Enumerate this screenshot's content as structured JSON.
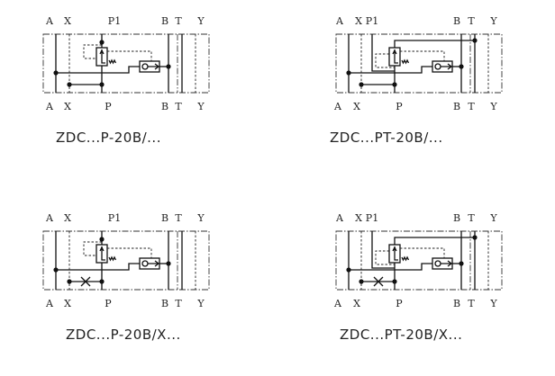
{
  "diagrams": [
    {
      "id": "zdc-p",
      "variant": "P",
      "orifice": false,
      "top_labels": [
        "A",
        "X",
        "P1",
        "B",
        "T",
        "Y"
      ],
      "bottom_labels": [
        "A",
        "X",
        "P",
        "B",
        "T",
        "Y"
      ],
      "caption": "ZDC...P-20B/..."
    },
    {
      "id": "zdc-pt",
      "variant": "PT",
      "orifice": false,
      "top_labels": [
        "A",
        "X",
        "P1",
        "B",
        "T",
        "Y"
      ],
      "bottom_labels": [
        "A",
        "X",
        "P",
        "B",
        "T",
        "Y"
      ],
      "caption": "ZDC...PT-20B/..."
    },
    {
      "id": "zdc-p-x",
      "variant": "P",
      "orifice": true,
      "top_labels": [
        "A",
        "X",
        "P1",
        "B",
        "T",
        "Y"
      ],
      "bottom_labels": [
        "A",
        "X",
        "P",
        "B",
        "T",
        "Y"
      ],
      "caption": "ZDC...P-20B/X..."
    },
    {
      "id": "zdc-pt-x",
      "variant": "PT",
      "orifice": true,
      "top_labels": [
        "A",
        "X",
        "P1",
        "B",
        "T",
        "Y"
      ],
      "bottom_labels": [
        "A",
        "X",
        "P",
        "B",
        "T",
        "Y"
      ],
      "caption": "ZDC...PT-20B/X..."
    }
  ]
}
